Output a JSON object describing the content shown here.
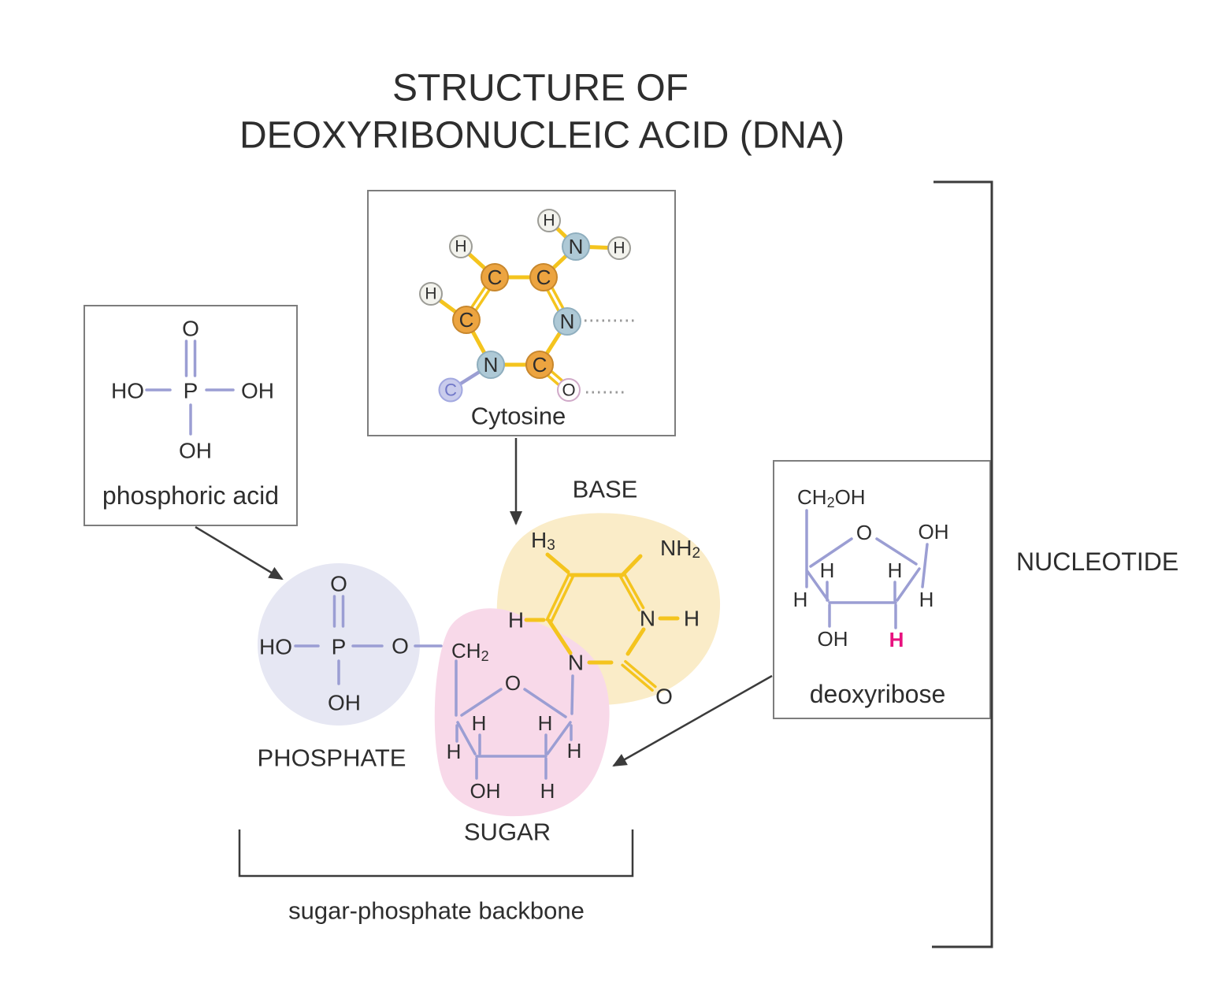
{
  "title": {
    "line1": "STRUCTURE OF",
    "line2": "DEOXYRIBONUCLEIC ACID (DNA)"
  },
  "colors": {
    "text_color": "#2e2e2e",
    "box_border": "#7d7d7d",
    "line_dark": "#3b3b3b",
    "dotted_line": "#9a9a9a",
    "bond_yellow": "#f4c41e",
    "bond_purple": "#9b9ed3",
    "carbon_fill": "#eca440",
    "carbon_stroke": "#c8872c",
    "nitrogen_fill": "#aec9d6",
    "nitrogen_stroke": "#8faebe",
    "hydrogen_fill": "#f3f3ed",
    "hydrogen_stroke": "#9c9c96",
    "oxygen_fill": "#fefcfd",
    "oxygen_stroke": "#d0a9c8",
    "sugarlink_fill": "#c9ccec",
    "sugarlink_stroke": "#a2a8e0",
    "sugarlink_text": "#7077c8",
    "phosphate_blob": "#e6e7f3",
    "sugar_blob": "#f8d9e9",
    "base_blob": "#faecc8",
    "magenta_h": "#e8117f"
  },
  "cytosine": {
    "label": "Cytosine",
    "atoms": {
      "h_top": "H",
      "n_amine": "N",
      "h_right": "H",
      "h_upper_left": "H",
      "c5": "C",
      "c4": "C",
      "h_left": "H",
      "c6": "C",
      "n3": "N",
      "n1": "N",
      "c2": "C",
      "o": "O",
      "c_sugar_link": "C"
    }
  },
  "phosphoric_acid": {
    "label": "phosphoric acid",
    "o_top": "O",
    "ho_left": "HO",
    "p": "P",
    "oh_right": "OH",
    "oh_bottom": "OH"
  },
  "deoxyribose": {
    "label": "deoxyribose",
    "ch2oh": {
      "main": "CH",
      "sub": "2",
      "tail": "OH"
    },
    "o_ring": "O",
    "oh_top": "OH",
    "h_inner_left": "H",
    "h_inner_right": "H",
    "h_outer_left": "H",
    "h_outer_right": "H",
    "oh_bottom": "OH",
    "h_bottom": "H"
  },
  "nucleotide": {
    "bracket_label": "NUCLEOTIDE",
    "phosphate": {
      "label": "PHOSPHATE",
      "o_top": "O",
      "ho_left": "HO",
      "p": "P",
      "o_bridge": "O",
      "oh_bottom": "OH"
    },
    "sugar": {
      "label": "SUGAR",
      "ch2": {
        "main": "CH",
        "sub": "2"
      },
      "o_ring": "O",
      "h_inner_left": "H",
      "h_inner_right": "H",
      "h_outer_left": "H",
      "h_outer_right": "H",
      "oh_bottom": "OH",
      "h_bottom": "H"
    },
    "base": {
      "label": "BASE",
      "h3": {
        "main": "H",
        "sub": "3"
      },
      "nh2": {
        "main": "NH",
        "sub": "2"
      },
      "h_left": "H",
      "n_right": "N",
      "h_right": "H",
      "n_bottom": "N",
      "o": "O"
    }
  },
  "backbone": {
    "label": "sugar-phosphate backbone"
  }
}
